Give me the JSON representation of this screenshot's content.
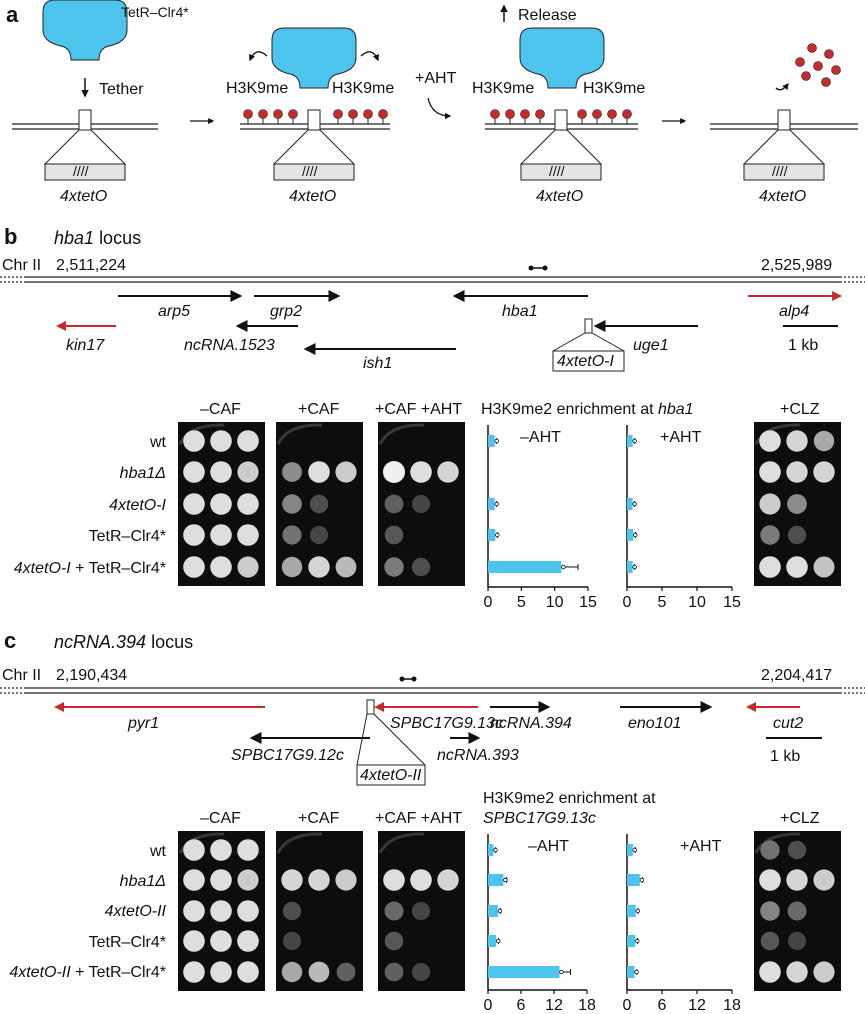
{
  "panel_a": {
    "letter": "a",
    "tetr_label": "TetR–Clr4*",
    "tether": "Tether",
    "release": "Release",
    "aht": "+AHT",
    "h3k9me": "H3K9me",
    "tetO": "4xtetO",
    "repeat_mark": "////"
  },
  "panel_b": {
    "letter": "b",
    "locus_gene": "hba1",
    "locus_word": "locus",
    "chr": "Chr II",
    "coord_left": "2,511,224",
    "coord_right": "2,525,989",
    "genes": {
      "arp5": "arp5",
      "grp2": "grp2",
      "hba1": "hba1",
      "alp4": "alp4",
      "kin17": "kin17",
      "ncRNA1523": "ncRNA.1523",
      "ish1": "ish1",
      "uge1": "uge1",
      "tetO": "4xtetO-I"
    },
    "scale": "1 kb",
    "conditions": [
      "–CAF",
      "+CAF",
      "+CAF +AHT",
      "+CLZ"
    ],
    "chart_title_prefix": "H3K9me2 enrichment at ",
    "chart_title_gene": "hba1",
    "strains": [
      "wt",
      "hba1Δ",
      "4xtetO-I",
      "TetR–Clr4*",
      "4xtetO-I + TetR–Clr4*"
    ]
  },
  "panel_c": {
    "letter": "c",
    "locus_gene": "ncRNA.394",
    "locus_word": "locus",
    "chr": "Chr II",
    "coord_left": "2,190,434",
    "coord_right": "2,204,417",
    "genes": {
      "pyr1": "pyr1",
      "spbc13c": "SPBC17G9.13c",
      "ncRNA394": "ncRNA.394",
      "eno101": "eno101",
      "cut2": "cut2",
      "spbc12c": "SPBC17G9.12c",
      "ncRNA393": "ncRNA.393",
      "tetO": "4xtetO-II"
    },
    "scale": "1 kb",
    "conditions": [
      "–CAF",
      "+CAF",
      "+CAF +AHT",
      "+CLZ"
    ],
    "chart_title_line1": "H3K9me2 enrichment at",
    "chart_title_gene": "SPBC17G9.13c",
    "strains": [
      "wt",
      "hba1Δ",
      "4xtetO-II",
      "TetR–Clr4*",
      "4xtetO-II + TetR–Clr4*"
    ]
  },
  "colors": {
    "bar": "#4cc4ee",
    "red": "#c62a2f",
    "cyan_protein": "#4cc4ee",
    "dot": "#c62a2f"
  },
  "chart_data": [
    {
      "type": "bar",
      "orientation": "horizontal",
      "title": "H3K9me2 enrichment at hba1",
      "subtitle": "–AHT",
      "categories": [
        "wt",
        "hba1Δ",
        "4xtetO-I",
        "TetR–Clr4*",
        "4xtetO-I + TetR–Clr4*"
      ],
      "values": [
        1.0,
        0,
        1.0,
        1.1,
        11.0
      ],
      "errors": [
        0.3,
        0,
        0.3,
        0.3,
        2.5
      ],
      "xticks": [
        0,
        5,
        10,
        15
      ],
      "xlim": [
        0,
        15
      ]
    },
    {
      "type": "bar",
      "orientation": "horizontal",
      "title": "H3K9me2 enrichment at hba1",
      "subtitle": "+AHT",
      "categories": [
        "wt",
        "hba1Δ",
        "4xtetO-I",
        "TetR–Clr4*",
        "4xtetO-I + TetR–Clr4*"
      ],
      "values": [
        0.8,
        0,
        0.8,
        0.9,
        0.8
      ],
      "errors": [
        0.3,
        0,
        0.3,
        0.3,
        0.3
      ],
      "xticks": [
        0,
        5,
        10,
        15
      ],
      "xlim": [
        0,
        15
      ]
    },
    {
      "type": "bar",
      "orientation": "horizontal",
      "title": "H3K9me2 enrichment at SPBC17G9.13c",
      "subtitle": "–AHT",
      "categories": [
        "wt",
        "hba1Δ",
        "4xtetO-II",
        "TetR–Clr4*",
        "4xtetO-II + TetR–Clr4*"
      ],
      "values": [
        1.0,
        2.8,
        1.8,
        1.5,
        13.0
      ],
      "errors": [
        0.4,
        0.6,
        0.5,
        0.4,
        2.0
      ],
      "xticks": [
        0,
        6,
        12,
        18
      ],
      "xlim": [
        0,
        18
      ]
    },
    {
      "type": "bar",
      "orientation": "horizontal",
      "title": "H3K9me2 enrichment at SPBC17G9.13c",
      "subtitle": "+AHT",
      "categories": [
        "wt",
        "hba1Δ",
        "4xtetO-II",
        "TetR–Clr4*",
        "4xtetO-II + TetR–Clr4*"
      ],
      "values": [
        1.0,
        2.2,
        1.5,
        1.4,
        1.3
      ],
      "errors": [
        0.4,
        0.5,
        0.4,
        0.4,
        0.4
      ],
      "xticks": [
        0,
        6,
        12,
        18
      ],
      "xlim": [
        0,
        18
      ]
    }
  ],
  "spot_data": {
    "b": [
      [
        [
          0.9,
          0.9,
          0.9
        ],
        [
          0,
          0,
          0
        ],
        [
          0,
          0,
          0
        ],
        [
          0.9,
          0.85,
          0.6
        ]
      ],
      [
        [
          0.9,
          0.9,
          0.8
        ],
        [
          0.45,
          0.9,
          0.8
        ],
        [
          1.0,
          0.9,
          0.85
        ],
        [
          0.9,
          0.85,
          0.85
        ]
      ],
      [
        [
          0.9,
          0.9,
          0.9
        ],
        [
          0.4,
          0.1,
          0
        ],
        [
          0.2,
          0.05,
          0
        ],
        [
          0.8,
          0.45,
          0
        ]
      ],
      [
        [
          0.9,
          0.9,
          0.9
        ],
        [
          0.3,
          0.05,
          0
        ],
        [
          0.15,
          0,
          0
        ],
        [
          0.35,
          0.1,
          0
        ]
      ],
      [
        [
          0.9,
          0.9,
          0.8
        ],
        [
          0.6,
          0.85,
          0.7
        ],
        [
          0.35,
          0.1,
          0
        ],
        [
          0.9,
          0.9,
          0.75
        ]
      ]
    ],
    "c": [
      [
        [
          0.9,
          0.9,
          0.9
        ],
        [
          0,
          0,
          0
        ],
        [
          0,
          0,
          0
        ],
        [
          0.3,
          0.1,
          0
        ]
      ],
      [
        [
          0.9,
          0.9,
          0.8
        ],
        [
          0.85,
          0.85,
          0.8
        ],
        [
          0.9,
          0.9,
          0.85
        ],
        [
          0.9,
          0.85,
          0.8
        ]
      ],
      [
        [
          0.9,
          0.9,
          0.9
        ],
        [
          0.1,
          0,
          0
        ],
        [
          0.25,
          0.05,
          0
        ],
        [
          0.4,
          0.25,
          0
        ]
      ],
      [
        [
          0.9,
          0.9,
          0.9
        ],
        [
          0.05,
          0,
          0
        ],
        [
          0.15,
          0,
          0
        ],
        [
          0.15,
          0.05,
          0
        ]
      ],
      [
        [
          0.9,
          0.9,
          0.9
        ],
        [
          0.6,
          0.7,
          0.2
        ],
        [
          0.2,
          0.05,
          0
        ],
        [
          0.9,
          0.85,
          0.8
        ]
      ]
    ]
  }
}
